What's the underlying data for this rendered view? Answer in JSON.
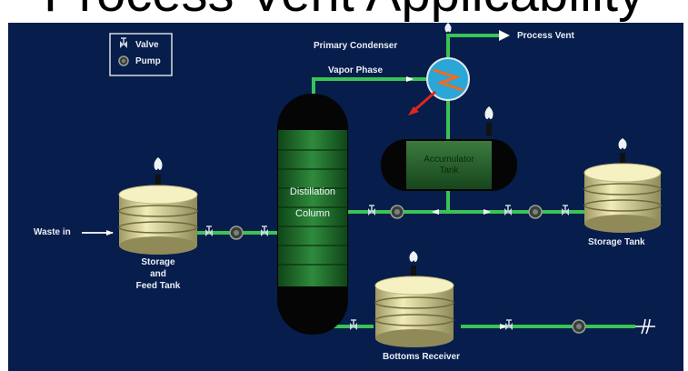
{
  "title": "Process Vent Applicability",
  "legend": {
    "valve_label": "Valve",
    "pump_label": "Pump"
  },
  "labels": {
    "primary_condenser": "Primary Condenser",
    "process_vent": "Process Vent",
    "vapor_phase": "Vapor Phase",
    "accumulator_line1": "Accumulator",
    "accumulator_line2": "Tank",
    "column_line1": "Distillation",
    "column_line2": "Column",
    "waste_in": "Waste in",
    "storage_feed_line1": "Storage",
    "storage_feed_line2": "and",
    "storage_feed_line3": "Feed Tank",
    "storage_tank": "Storage Tank",
    "bottoms_receiver": "Bottoms Receiver"
  },
  "colors": {
    "background": "#071d4b",
    "pipe": "#39c455",
    "tank": "#e8e2a4",
    "column": "#1e6a2c",
    "condenser": "#2aa7d6"
  }
}
